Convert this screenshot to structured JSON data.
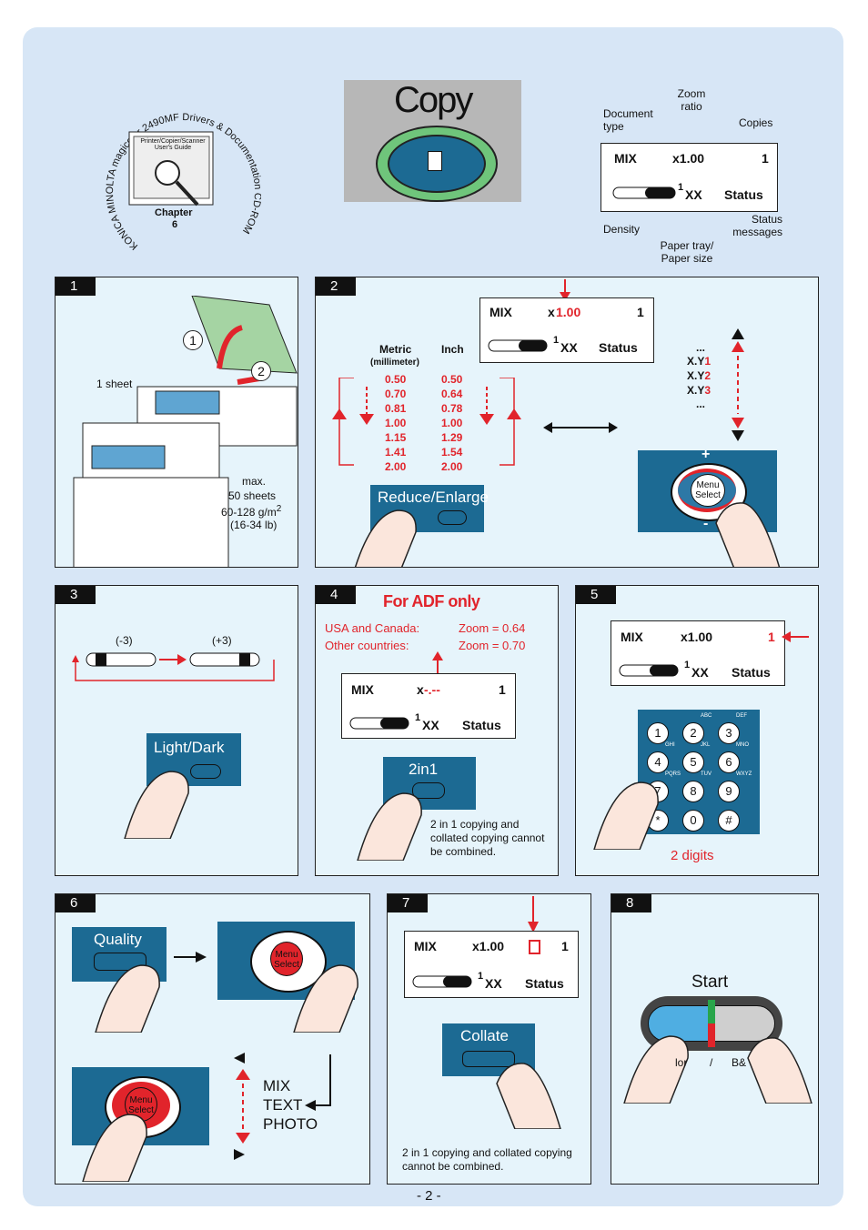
{
  "header": {
    "title": "Copy",
    "cd_ring_text": "KONICA MINOLTA magicolor 2490MF Drivers & Documentation CD-ROM",
    "book_label": "Printer/Copier/Scanner User's Guide",
    "chapter_label": "Chapter",
    "chapter_num": "6"
  },
  "legend": {
    "zoom_ratio": "Zoom ratio",
    "document_type": "Document type",
    "copies": "Copies",
    "density": "Density",
    "paper": "Paper tray/ Paper size",
    "status_messages": "Status messages",
    "lcd_mix": "MIX",
    "lcd_zoom": "x1.00",
    "lcd_copies": "1",
    "lcd_tray": "1",
    "lcd_xx": "XX",
    "lcd_status": "Status"
  },
  "step1": {
    "num": "1",
    "callout1": "1",
    "callout2": "2",
    "one_sheet": "1 sheet",
    "max": "max.",
    "sheets": "50 sheets",
    "weight": "60-128 g/m",
    "weight_sup": "2",
    "lb": "(16-34 lb)"
  },
  "step2": {
    "num": "2",
    "lcd_mix": "MIX",
    "lcd_x": "x",
    "lcd_zoom_red": "1.00",
    "lcd_copies": "1",
    "lcd_tray": "1",
    "lcd_xx": "XX",
    "lcd_status": "Status",
    "metric_head": "Metric",
    "metric_sub": "(millimeter)",
    "inch_head": "Inch",
    "metric": [
      "0.50",
      "0.70",
      "0.81",
      "1.00",
      "1.15",
      "1.41",
      "2.00"
    ],
    "inch": [
      "0.50",
      "0.64",
      "0.78",
      "1.00",
      "1.29",
      "1.54",
      "2.00"
    ],
    "xy_dots_top": "...",
    "xy": [
      {
        "p": "X.Y",
        "n": "1"
      },
      {
        "p": "X.Y",
        "n": "2"
      },
      {
        "p": "X.Y",
        "n": "3"
      }
    ],
    "xy_dots_bottom": "...",
    "button_label": "Reduce/Enlarge",
    "plus": "+",
    "minus": "-",
    "menu": "Menu",
    "select": "Select"
  },
  "step3": {
    "num": "3",
    "minus3": "(-3)",
    "plus3": "(+3)",
    "button_label": "Light/Dark"
  },
  "step4": {
    "num": "4",
    "title": "For ADF only",
    "usa": "USA and Canada:",
    "other": "Other countries:",
    "zoom_usa": "Zoom   = 0.64",
    "zoom_other": "Zoom   = 0.70",
    "lcd_mix": "MIX",
    "lcd_x": "x",
    "lcd_dashes": "-.--",
    "lcd_copies": "1",
    "lcd_tray": "1",
    "lcd_xx": "XX",
    "lcd_status": "Status",
    "button_label": "2in1",
    "note": "2 in 1 copying and collated copying cannot be combined."
  },
  "step5": {
    "num": "5",
    "lcd_mix": "MIX",
    "lcd_zoom": "x1.00",
    "lcd_copies": "1",
    "lcd_tray": "1",
    "lcd_xx": "XX",
    "lcd_status": "Status",
    "keys": [
      {
        "d": "1",
        "s": ""
      },
      {
        "d": "2",
        "s": "ABC"
      },
      {
        "d": "3",
        "s": "DEF"
      },
      {
        "d": "4",
        "s": "GHI"
      },
      {
        "d": "5",
        "s": "JKL"
      },
      {
        "d": "6",
        "s": "MNO"
      },
      {
        "d": "7",
        "s": "PQRS"
      },
      {
        "d": "8",
        "s": "TUV"
      },
      {
        "d": "9",
        "s": "WXYZ"
      },
      {
        "d": "*",
        "s": ""
      },
      {
        "d": "0",
        "s": ""
      },
      {
        "d": "#",
        "s": ""
      }
    ],
    "caption": "2 digits"
  },
  "step6": {
    "num": "6",
    "button_label": "Quality",
    "menu": "Menu",
    "select": "Select",
    "modes": [
      "MIX",
      "TEXT",
      "PHOTO"
    ]
  },
  "step7": {
    "num": "7",
    "lcd_mix": "MIX",
    "lcd_zoom": "x1.00",
    "lcd_copies": "1",
    "lcd_tray": "1",
    "lcd_xx": "XX",
    "lcd_status": "Status",
    "button_label": "Collate",
    "note": "2 in 1 copying and collated copying cannot be combined."
  },
  "step8": {
    "num": "8",
    "title": "Start",
    "color": "lor",
    "slash": "/",
    "bw": "B&"
  },
  "footer": {
    "page": "- 2 -"
  },
  "colors": {
    "accent_red": "#e1242b",
    "panel_blue": "#1c6a93",
    "sheet_bg": "#d7e6f6",
    "box_bg": "#e6f4fb"
  }
}
